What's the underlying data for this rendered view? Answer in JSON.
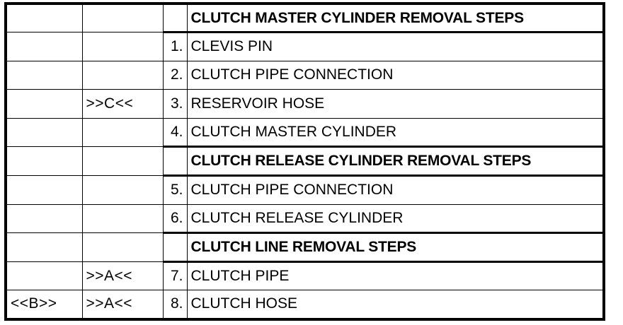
{
  "document": {
    "type": "service-manual-removal-steps-table",
    "columns": {
      "ref_b_header": "",
      "ref_a_header": "",
      "number_header": "",
      "description_header": ""
    }
  },
  "colors": {
    "border": "#000000",
    "text": "#000000",
    "background": "#ffffff"
  },
  "rows": [
    {
      "kind": "section",
      "ref_b": "",
      "ref_a": "",
      "number": "",
      "description": "CLUTCH MASTER CYLINDER REMOVAL STEPS"
    },
    {
      "kind": "step",
      "ref_b": "",
      "ref_a": "",
      "number": "1.",
      "description": "CLEVIS PIN"
    },
    {
      "kind": "step",
      "ref_b": "",
      "ref_a": "",
      "number": "2.",
      "description": "CLUTCH PIPE CONNECTION"
    },
    {
      "kind": "step",
      "ref_b": "",
      "ref_a": ">>C<<",
      "number": "3.",
      "description": "RESERVOIR HOSE"
    },
    {
      "kind": "step",
      "ref_b": "",
      "ref_a": "",
      "number": "4.",
      "description": "CLUTCH MASTER CYLINDER"
    },
    {
      "kind": "section",
      "ref_b": "",
      "ref_a": "",
      "number": "",
      "description": "CLUTCH RELEASE CYLINDER REMOVAL STEPS"
    },
    {
      "kind": "step",
      "ref_b": "",
      "ref_a": "",
      "number": "5.",
      "description": "CLUTCH PIPE CONNECTION"
    },
    {
      "kind": "step",
      "ref_b": "",
      "ref_a": "",
      "number": "6.",
      "description": "CLUTCH RELEASE CYLINDER"
    },
    {
      "kind": "section",
      "ref_b": "",
      "ref_a": "",
      "number": "",
      "description": "CLUTCH LINE REMOVAL STEPS"
    },
    {
      "kind": "step",
      "ref_b": "",
      "ref_a": ">>A<<",
      "number": "7.",
      "description": "CLUTCH PIPE"
    },
    {
      "kind": "step",
      "ref_b": "<<B>>",
      "ref_a": ">>A<<",
      "number": "8.",
      "description": "CLUTCH HOSE"
    }
  ]
}
